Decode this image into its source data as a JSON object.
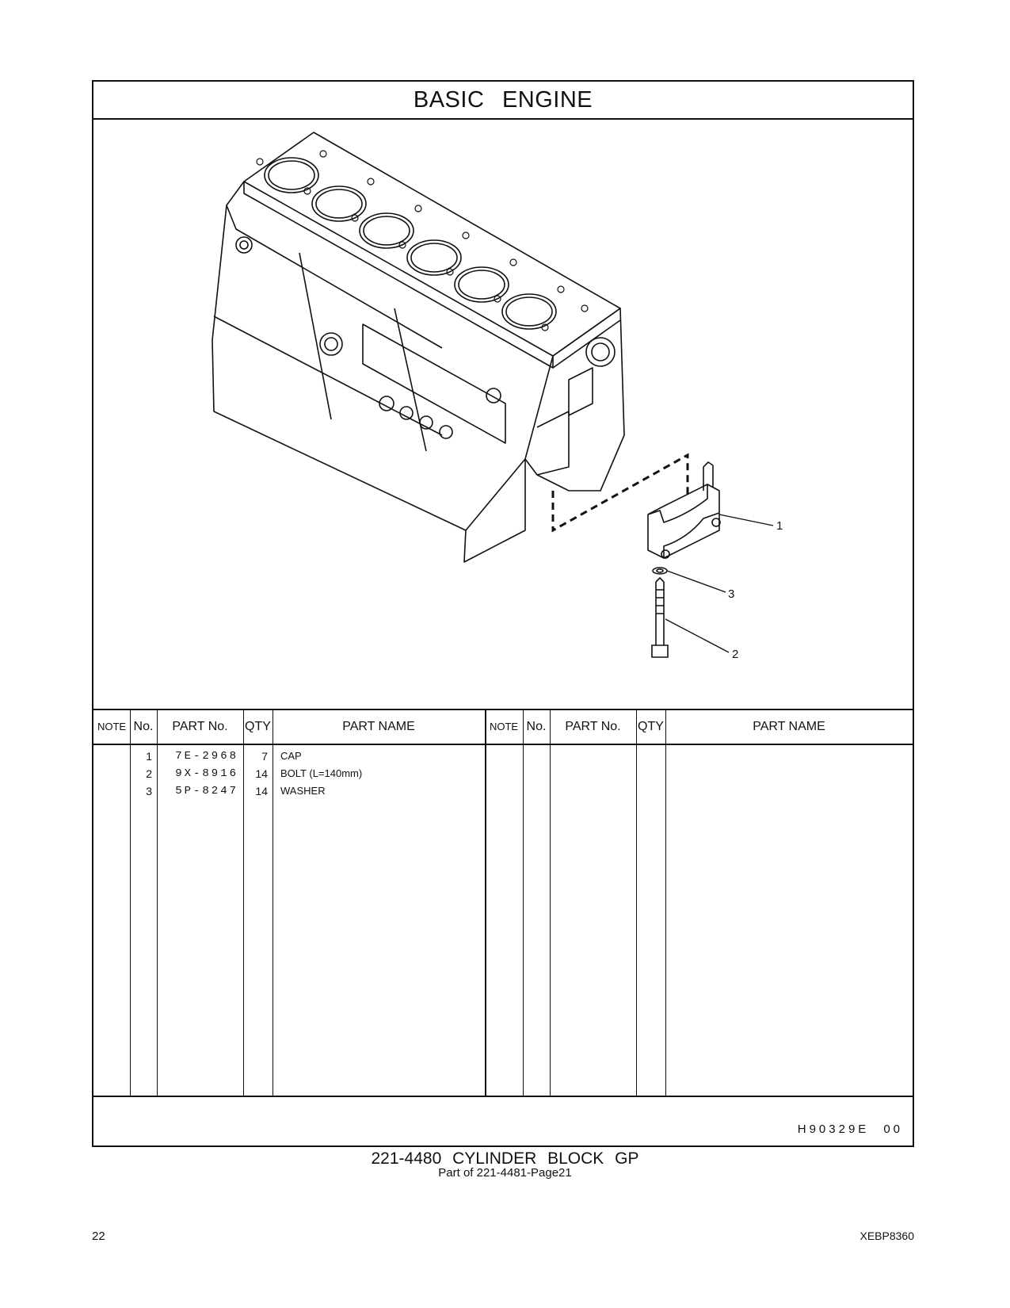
{
  "section_title": "BASIC ENGINE",
  "callouts": [
    "1",
    "3",
    "2"
  ],
  "table": {
    "headers": {
      "note": "NOTE",
      "no": "No.",
      "part_no": "PART No.",
      "qty": "QTY",
      "part_name": "PART NAME"
    },
    "rows": [
      {
        "no": "1",
        "part_no": "7E-2968",
        "qty": "7",
        "part_name": "CAP"
      },
      {
        "no": "2",
        "part_no": "9X-8916",
        "qty": "14",
        "part_name": "BOLT (L=140mm)"
      },
      {
        "no": "3",
        "part_no": "5P-8247",
        "qty": "14",
        "part_name": "WASHER"
      }
    ]
  },
  "illustration_code": "H90329E",
  "illustration_rev": "00",
  "group_title": "221-4480  CYLINDER BLOCK GP",
  "group_subtitle": "Part of 221-4481-Page21",
  "page_number": "22",
  "document_id": "XEBP8360"
}
